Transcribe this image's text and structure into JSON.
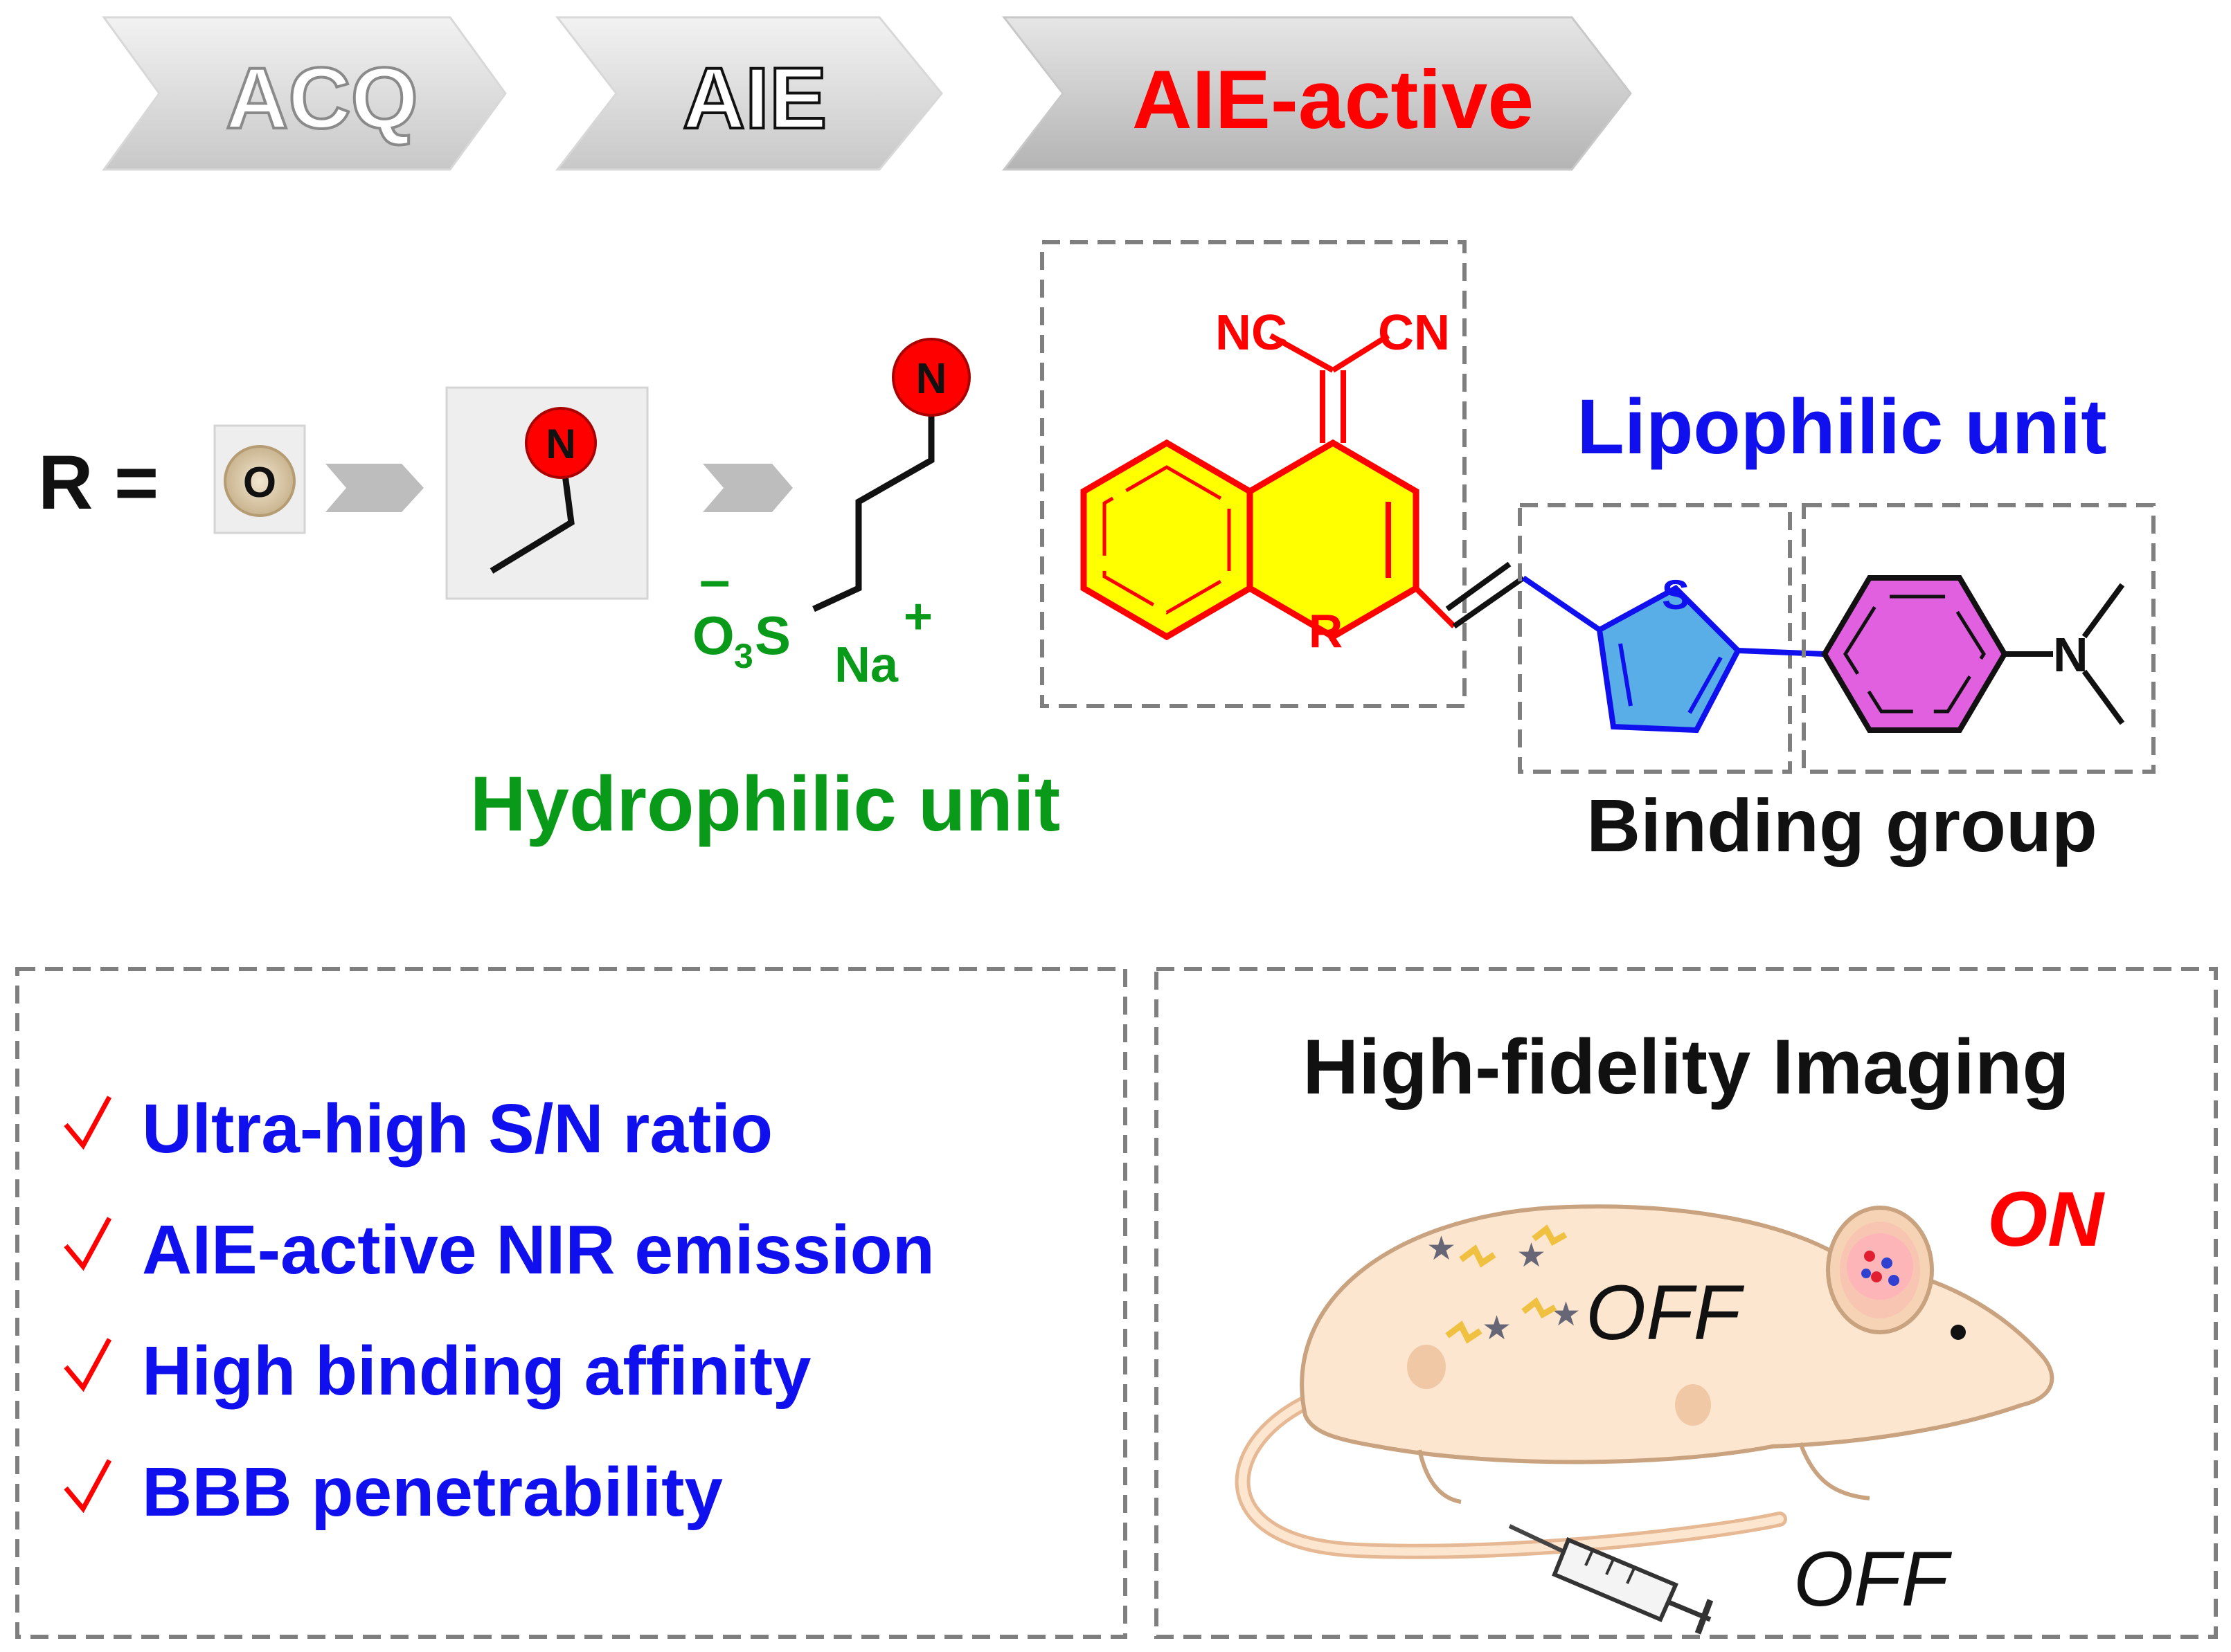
{
  "progression": {
    "step1": "ACQ",
    "step2": "AIE",
    "step3": "AIE-active"
  },
  "r_group": {
    "label": "R =",
    "atom_o": "O",
    "atom_n_mid": "N",
    "atom_n_top": "N",
    "sulfonate_charge": "–",
    "sulfonate_o": "O",
    "sulfonate_sub": "3",
    "sulfonate_s": "S",
    "sodium": "Na",
    "sodium_charge": "+",
    "hydrophilic_label": "Hydrophilic unit"
  },
  "core": {
    "nc_left": "NC",
    "cn_right": "CN",
    "r_atom": "R",
    "thiophene_s": "S",
    "amine_n": "N",
    "lipophilic_label": "Lipophilic unit",
    "binding_label": "Binding group"
  },
  "features": {
    "items": [
      "Ultra-high S/N ratio",
      "AIE-active NIR emission",
      "High binding affinity",
      "BBB penetrability"
    ]
  },
  "imaging": {
    "title": "High-fidelity Imaging",
    "on_label": "ON",
    "off_body": "OFF",
    "off_tail": "OFF"
  },
  "colors": {
    "red": "#ff0000",
    "blue": "#1010ee",
    "green": "#0a9a1a",
    "yellow": "#ffff00",
    "thiophene": "#5aaee8",
    "phenyl": "#e060e0",
    "mouse": "#fce6cf"
  }
}
